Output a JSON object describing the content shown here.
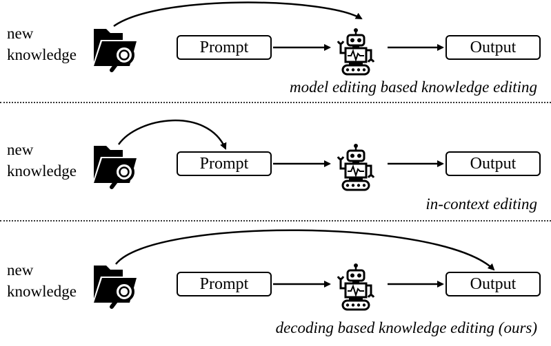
{
  "panels": [
    {
      "knowledge_label_line1": "new",
      "knowledge_label_line2": "knowledge",
      "prompt_label": "Prompt",
      "output_label": "Output",
      "caption": "model editing based knowledge editing"
    },
    {
      "knowledge_label_line1": "new",
      "knowledge_label_line2": "knowledge",
      "prompt_label": "Prompt",
      "output_label": "Output",
      "caption": "in-context editing"
    },
    {
      "knowledge_label_line1": "new",
      "knowledge_label_line2": "knowledge",
      "prompt_label": "Prompt",
      "output_label": "Output",
      "caption": "decoding based knowledge editing (ours)"
    }
  ],
  "icons": {
    "knowledge": "folder-search-icon",
    "model": "robot-icon"
  }
}
